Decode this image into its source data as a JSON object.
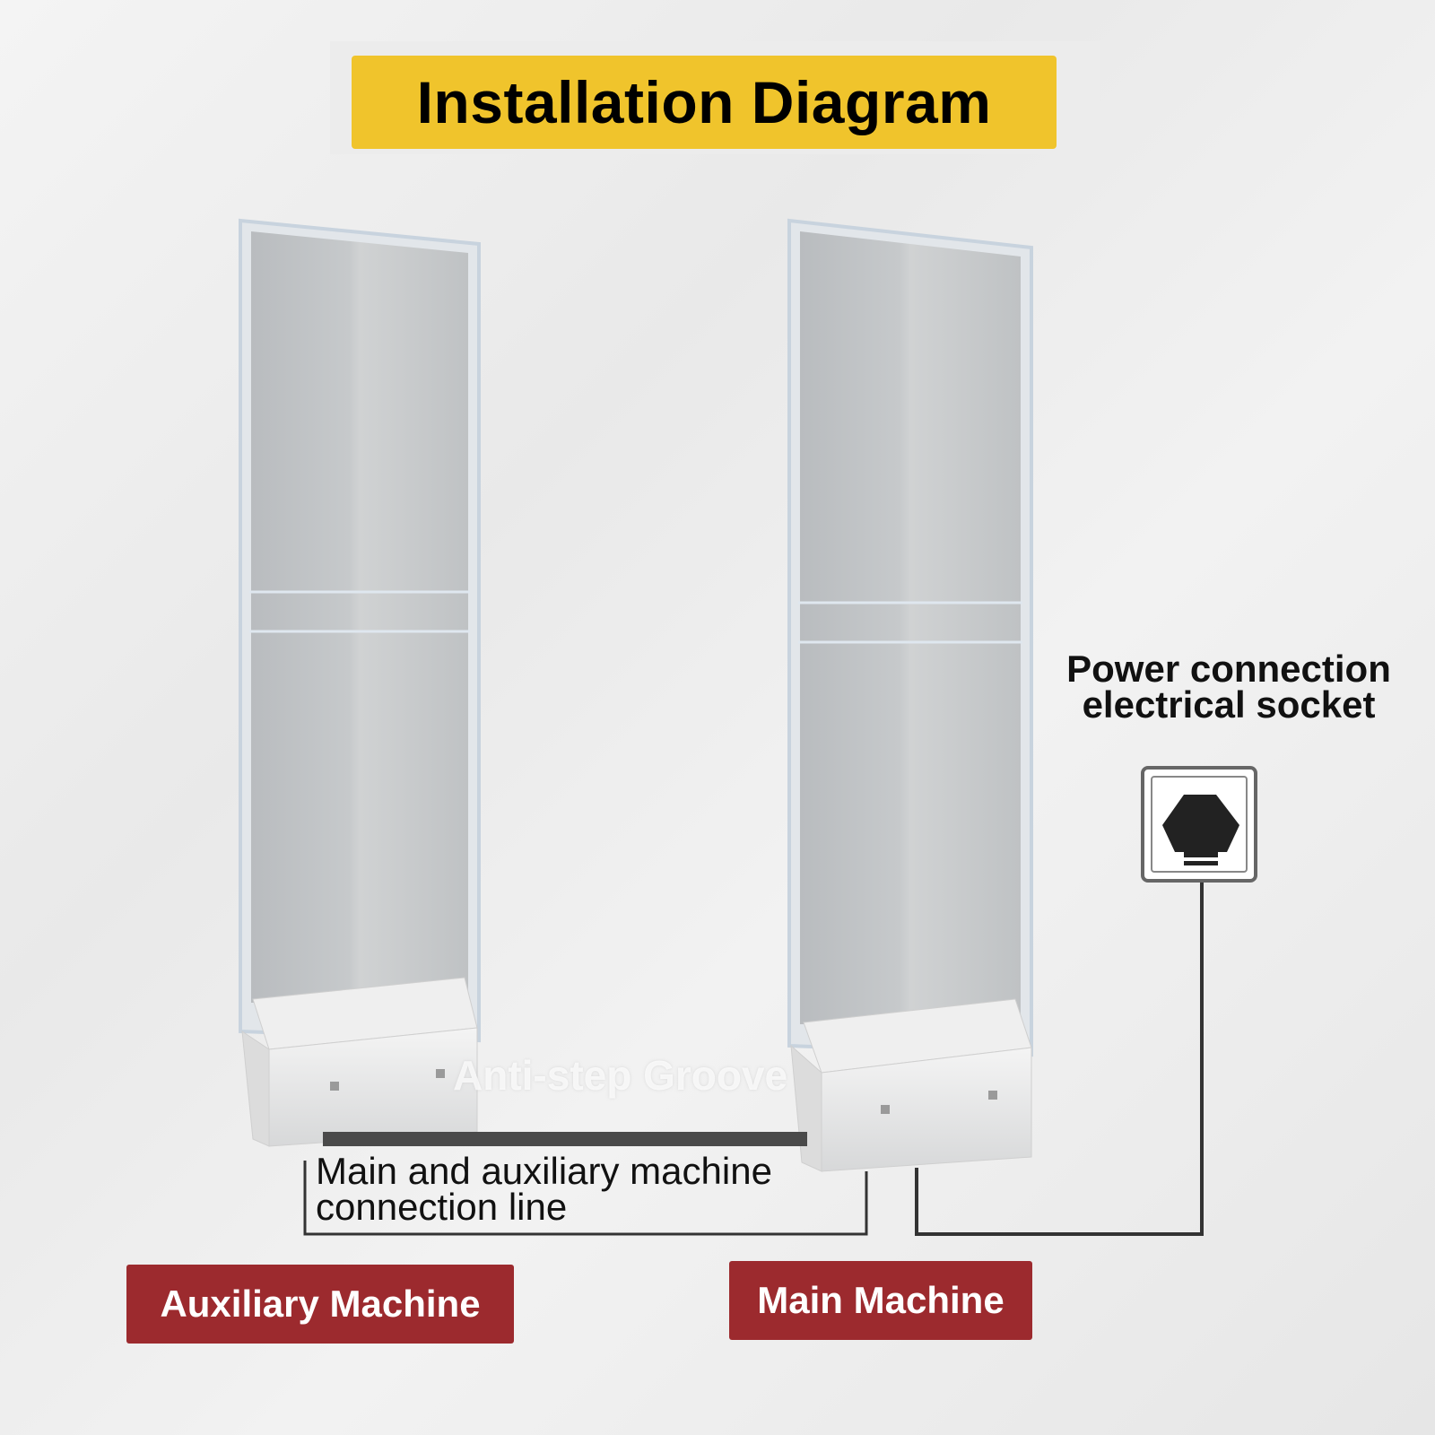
{
  "title": "Installation Diagram",
  "power_label": [
    "Power connection",
    "electrical socket"
  ],
  "connection_label": [
    "Main and auxiliary machine",
    "connection line"
  ],
  "groove_label": "Anti-step Groove",
  "auxiliary_label": "Auxiliary Machine",
  "main_label": "Main Machine",
  "colors": {
    "title_bg": "#f0c42c",
    "badge_bg": "#9c2a2e",
    "cable": "#333333"
  },
  "icons": [
    "power-socket-icon"
  ]
}
